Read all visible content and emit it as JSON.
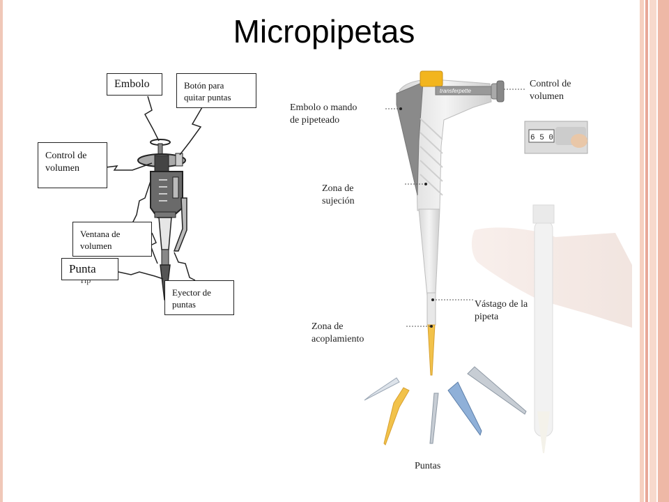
{
  "slide": {
    "title": "Micropipetas"
  },
  "left_diagram": {
    "labels": {
      "embolo": "Embolo",
      "boton": "Botón para\nquitar puntas",
      "control": "Control de\nvolumen",
      "ventana": "Ventana de\nvolumen",
      "punta": "Punta",
      "eyector": "Eyector de\npuntas"
    }
  },
  "right_diagram": {
    "brand": "transferpette",
    "counter": "6 5 0",
    "labels": {
      "control": "Control de\nvolumen",
      "embolo": "Embolo o mando\nde pipeteado",
      "sujecion": "Zona de\nsujeción",
      "vastago": "Vástago de la\npipeta",
      "acoplamiento": "Zona de\nacoplamiento",
      "puntas": "Puntas"
    }
  },
  "colors": {
    "accent_border": "#f0c8b8",
    "stripe_a": "#f5d0c0",
    "stripe_b": "#e8a898",
    "tip_yellow": "#f2c24a",
    "tip_blue": "#8fb0d8"
  }
}
